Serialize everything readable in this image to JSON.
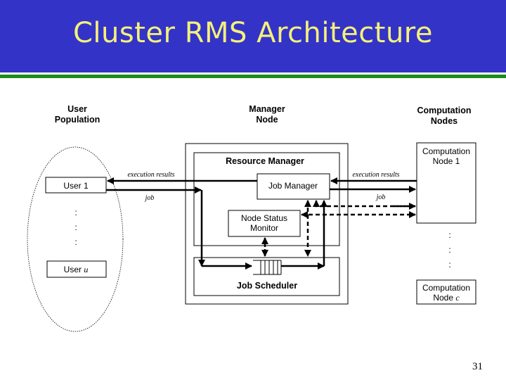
{
  "slide": {
    "title": "Cluster RMS Architecture",
    "page_number": "31",
    "colors": {
      "title_bg": "#3333c8",
      "title_text": "#f5f07a",
      "accent_line": "#1a8c1a"
    }
  },
  "headings": {
    "user_population": [
      "User",
      "Population"
    ],
    "manager_node": [
      "Manager",
      "Node"
    ],
    "computation_nodes": [
      "Computation",
      "Nodes"
    ]
  },
  "users": {
    "first": "User 1",
    "last_prefix": "User ",
    "last_var": "u",
    "ellipsis": ":"
  },
  "manager": {
    "resource_manager": "Resource Manager",
    "job_manager": "Job Manager",
    "node_status_monitor": [
      "Node Status",
      "Monitor"
    ],
    "job_scheduler": "Job Scheduler"
  },
  "computation": {
    "first": [
      "Computation",
      "Node 1"
    ],
    "last": [
      "Computation",
      "Node "
    ],
    "last_var": "c",
    "ellipsis": ":"
  },
  "flows": {
    "left_results": "execution results",
    "left_job": "job",
    "right_results": "execution results",
    "right_job": "job"
  }
}
